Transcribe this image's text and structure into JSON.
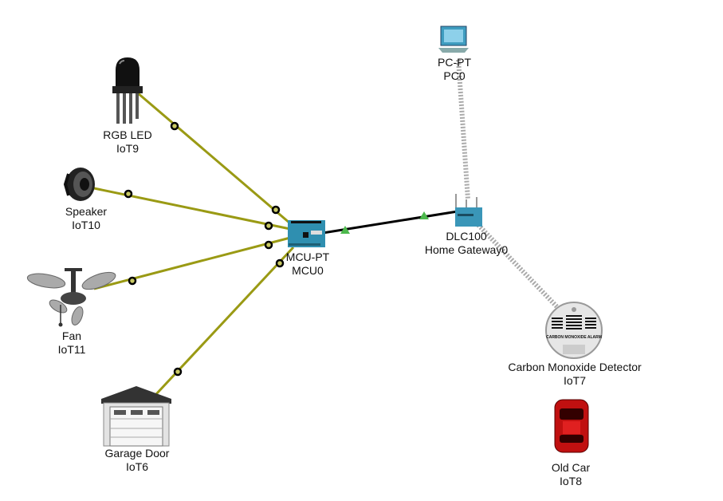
{
  "devices": {
    "rgb_led": {
      "model": "RGB LED",
      "name": "IoT9"
    },
    "speaker": {
      "model": "Speaker",
      "name": "IoT10"
    },
    "fan": {
      "model": "Fan",
      "name": "IoT11"
    },
    "garage_door": {
      "model": "Garage Door",
      "name": "IoT6"
    },
    "mcu": {
      "model": "MCU-PT",
      "name": "MCU0"
    },
    "gateway": {
      "model": "DLC100",
      "name": "Home Gateway0"
    },
    "pc": {
      "model": "PC-PT",
      "name": "PC0"
    },
    "co_detector": {
      "model": "Carbon Monoxide Detector",
      "name": "IoT7",
      "icon_text": "CARBON MONOXIDE ALARM"
    },
    "old_car": {
      "model": "Old Car",
      "name": "IoT8"
    }
  },
  "colors": {
    "iot_cable": "#9a9a14",
    "ethernet_cable": "#000000",
    "link_up": "#4cb84c",
    "wireless": "#9a9a9a"
  }
}
